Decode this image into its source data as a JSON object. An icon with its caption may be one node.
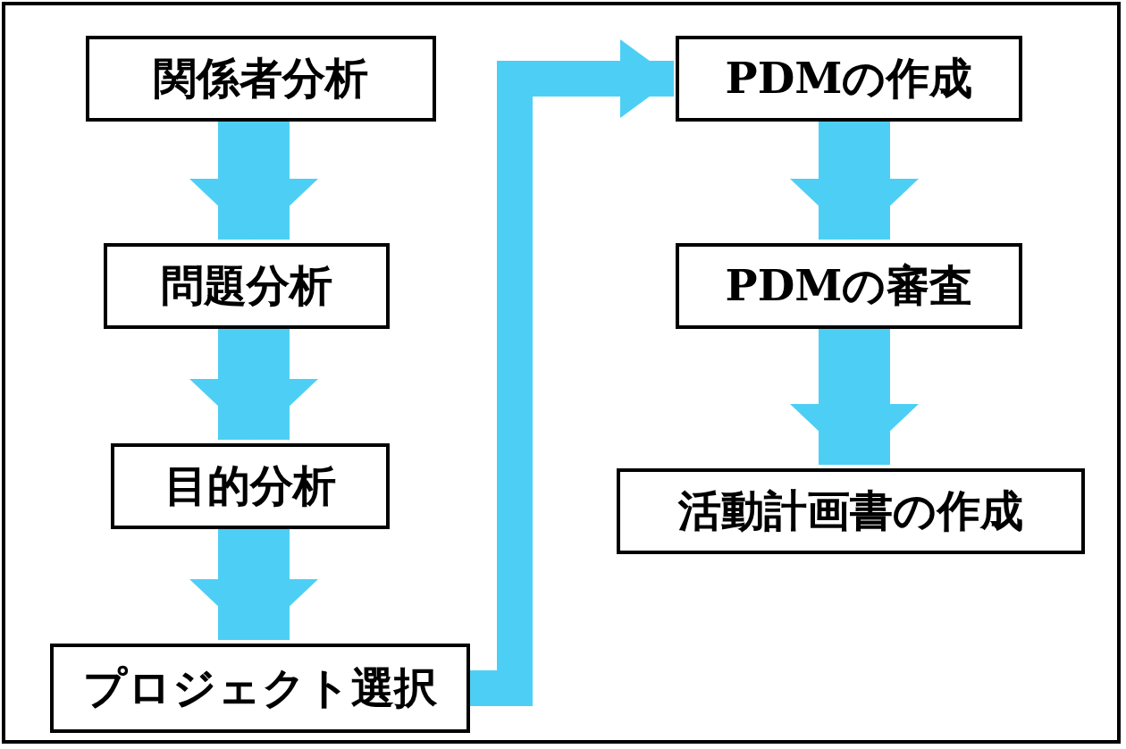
{
  "diagram": {
    "nodes": [
      {
        "text": [
          "関係者分析"
        ]
      },
      {
        "text": [
          "問題分析"
        ]
      },
      {
        "text": [
          "目的分析"
        ]
      },
      {
        "text": [
          "プロジェクト選択"
        ]
      },
      {
        "text": [
          "PDMの作成"
        ]
      },
      {
        "text": [
          "PDMの審査"
        ]
      },
      {
        "text": [
          "活動計画書の作成"
        ]
      }
    ],
    "edges": [
      {
        "from": 0,
        "to": 1,
        "arrow": "to"
      },
      {
        "from": 1,
        "to": 2,
        "arrow": "to"
      },
      {
        "from": 2,
        "to": 3,
        "arrow": "to"
      },
      {
        "from": 3,
        "to": 4,
        "arrow": "to"
      },
      {
        "from": 4,
        "to": 5,
        "arrow": "to"
      },
      {
        "from": 5,
        "to": 6,
        "arrow": "to"
      }
    ]
  }
}
